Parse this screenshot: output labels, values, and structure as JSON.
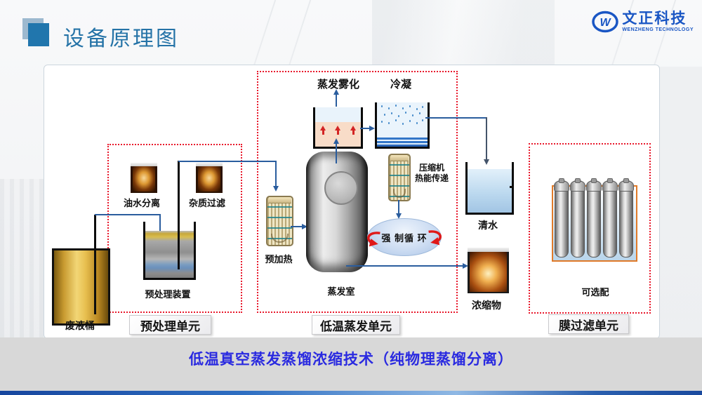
{
  "header": {
    "title": "设备原理图",
    "logo": {
      "name": "文正科技",
      "subtitle": "WENZHENG TECHNOLOGY"
    }
  },
  "diagram": {
    "pretreatment": {
      "unit_label": "预处理单元",
      "waste_barrel": "废液桶",
      "oil_water_separation": "油水分离",
      "impurity_filtration": "杂质过滤",
      "device": "预处理装置"
    },
    "evaporation": {
      "unit_label": "低温蒸发单元",
      "atomization": "蒸发雾化",
      "condensation": "冷凝",
      "preheat": "预加热",
      "chamber": "蒸发室",
      "forced_circulation": "强 制循 环",
      "compressor_line1": "压缩机",
      "compressor_line2": "热能传递"
    },
    "outputs": {
      "clean_water": "清水",
      "concentrate": "浓缩物"
    },
    "membrane": {
      "unit_label": "膜过滤单元",
      "optional": "可选配"
    }
  },
  "caption": "低温真空蒸发蒸馏浓缩技术（纯物理蒸馏分离）",
  "icons": {
    "logo_w": "w-in-ellipse",
    "title_bullet": "double-square",
    "flow_arrow": "triangle",
    "circulation": "curved-red-arrows",
    "evaporation_arrows": "red-up-arrows"
  },
  "colors": {
    "title_blue": "#2573a7",
    "logo_blue": "#1a56c4",
    "caption_blue": "#2a2ae0",
    "unit_border_red": "#e8192c",
    "flow_line_blue": "#2a5d9e",
    "membrane_border_orange": "#e07a28",
    "barrel_gold": "#d9a93c"
  }
}
